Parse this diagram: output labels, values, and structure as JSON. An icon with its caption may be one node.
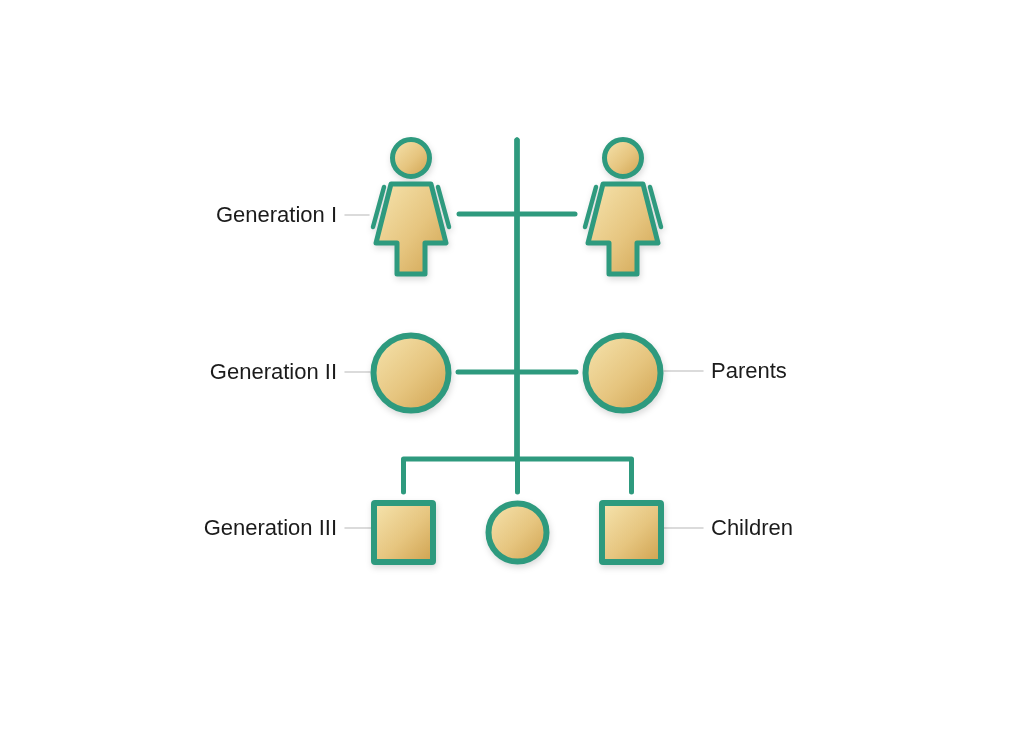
{
  "diagram": {
    "nodes": [
      {
        "text": [
          "Generation I"
        ]
      },
      {
        "text": [],
        "shape": "person"
      },
      {
        "text": [],
        "shape": "person"
      },
      {
        "text": [
          "Generation II"
        ]
      },
      {
        "text": [],
        "shape": "circle"
      },
      {
        "text": [],
        "shape": "circle"
      },
      {
        "text": [
          "Parents"
        ]
      },
      {
        "text": [
          "Generation III"
        ]
      },
      {
        "text": [],
        "shape": "box"
      },
      {
        "text": [],
        "shape": "circle"
      },
      {
        "text": [],
        "shape": "box"
      },
      {
        "text": [
          "Children"
        ]
      }
    ],
    "edges": [
      {
        "from": 0,
        "to": 1,
        "arrow": "none"
      },
      {
        "from": 1,
        "to": 2,
        "arrow": "none",
        "style": "thick",
        "color": "#2e9a7e"
      },
      {
        "from": 3,
        "to": 4,
        "arrow": "none"
      },
      {
        "from": 4,
        "to": 5,
        "arrow": "none",
        "style": "thick",
        "color": "#2e9a7e"
      },
      {
        "from": 6,
        "to": 5,
        "arrow": "none"
      },
      {
        "from": null,
        "to": 8,
        "arrow": "none",
        "style": "thick",
        "color": "#2e9a7e"
      },
      {
        "from": null,
        "to": 9,
        "arrow": "none",
        "style": "thick",
        "color": "#2e9a7e"
      },
      {
        "from": null,
        "to": 10,
        "arrow": "none",
        "style": "thick",
        "color": "#2e9a7e"
      },
      {
        "from": 7,
        "to": 8,
        "arrow": "none"
      },
      {
        "from": 11,
        "to": 10,
        "arrow": "none"
      }
    ]
  }
}
